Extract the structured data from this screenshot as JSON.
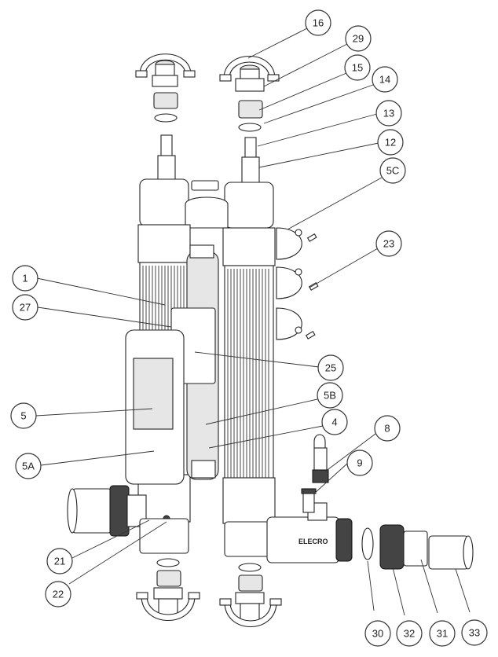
{
  "brand_label": "ELECRO",
  "callouts": [
    {
      "id": "16",
      "label": "16"
    },
    {
      "id": "29",
      "label": "29"
    },
    {
      "id": "15",
      "label": "15"
    },
    {
      "id": "14",
      "label": "14"
    },
    {
      "id": "13",
      "label": "13"
    },
    {
      "id": "12",
      "label": "12"
    },
    {
      "id": "5C",
      "label": "5C"
    },
    {
      "id": "23",
      "label": "23"
    },
    {
      "id": "1",
      "label": "1"
    },
    {
      "id": "27",
      "label": "27"
    },
    {
      "id": "25",
      "label": "25"
    },
    {
      "id": "5",
      "label": "5"
    },
    {
      "id": "5B",
      "label": "5B"
    },
    {
      "id": "4",
      "label": "4"
    },
    {
      "id": "8",
      "label": "8"
    },
    {
      "id": "9",
      "label": "9"
    },
    {
      "id": "5A",
      "label": "5A"
    },
    {
      "id": "21",
      "label": "21"
    },
    {
      "id": "22",
      "label": "22"
    },
    {
      "id": "30",
      "label": "30"
    },
    {
      "id": "32",
      "label": "32"
    },
    {
      "id": "31",
      "label": "31"
    },
    {
      "id": "33",
      "label": "33"
    }
  ]
}
